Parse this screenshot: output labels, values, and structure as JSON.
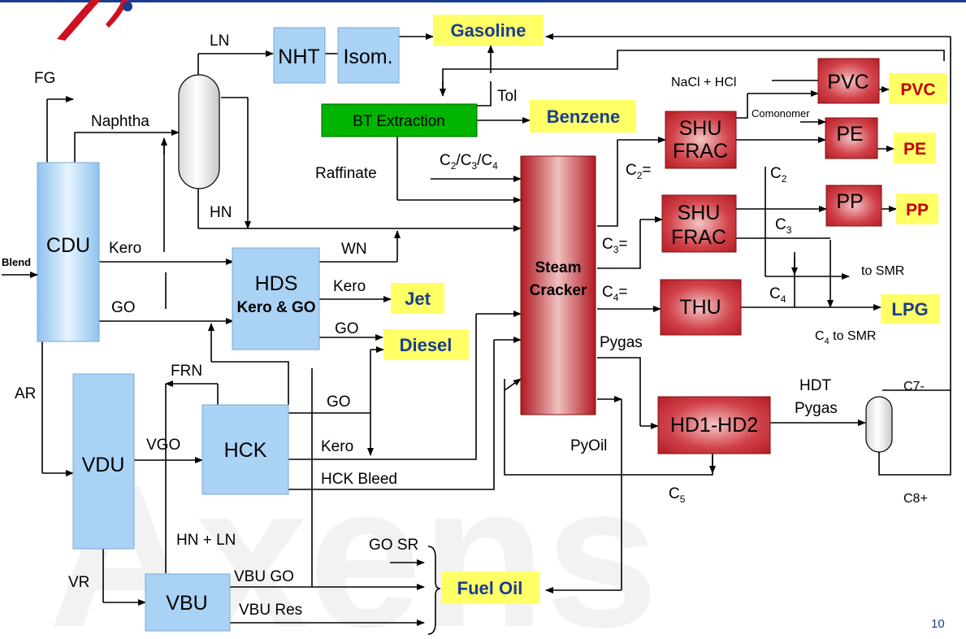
{
  "units": {
    "cdu": "CDU",
    "vdu": "VDU",
    "vbu": "VBU",
    "hck": "HCK",
    "hds": "HDS",
    "hds_sub": "Kero & GO",
    "nht": "NHT",
    "isom": "Isom.",
    "bt": "BT Extraction",
    "steam1": "Steam",
    "steam2": "Cracker",
    "shu1_a": "SHU",
    "shu1_b": "FRAC",
    "shu2_a": "SHU",
    "shu2_b": "FRAC",
    "thu": "THU",
    "hd": "HD1-HD2",
    "pvc": "PVC",
    "pe": "PE",
    "pp": "PP"
  },
  "products": {
    "gasoline": "Gasoline",
    "benzene": "Benzene",
    "jet": "Jet",
    "diesel": "Diesel",
    "fuel_oil": "Fuel Oil",
    "lpg": "LPG",
    "pvc": "PVC",
    "pe": "PE",
    "pp": "PP"
  },
  "streams": {
    "fg": "FG",
    "naphtha": "Naphtha",
    "ln": "LN",
    "hn": "HN",
    "blend": "Blend",
    "kero1": "Kero",
    "go1": "GO",
    "ar": "AR",
    "vgo": "VGO",
    "frn": "FRN",
    "wn": "WN",
    "kero2": "Kero",
    "go2": "GO",
    "go3": "GO",
    "kero3": "Kero",
    "hck_bleed": "HCK Bleed",
    "hn_ln": "HN + LN",
    "vr": "VR",
    "vbu_go": "VBU GO",
    "vbu_res": "VBU Res",
    "go_sr": "GO SR",
    "tol": "Tol",
    "raffinate": "Raffinate",
    "pygas": "Pygas",
    "pyoil": "PyOil",
    "nacl": "NaCl + HCl",
    "comonomer": "Comonomer",
    "hdt": "HDT",
    "hdt_pygas": "Pygas",
    "c7": "C7-",
    "c8": "C8+",
    "to_smr": "to SMR",
    "c4_to_smr": " to SMR"
  },
  "page_number": "10",
  "colors": {
    "blue_box": "#a9d2f5",
    "red_box": "#c0202a",
    "green_box": "#00b400",
    "label_bg": "#ffff66",
    "product_text": "#1a3d8f",
    "product_red": "#c00000"
  }
}
